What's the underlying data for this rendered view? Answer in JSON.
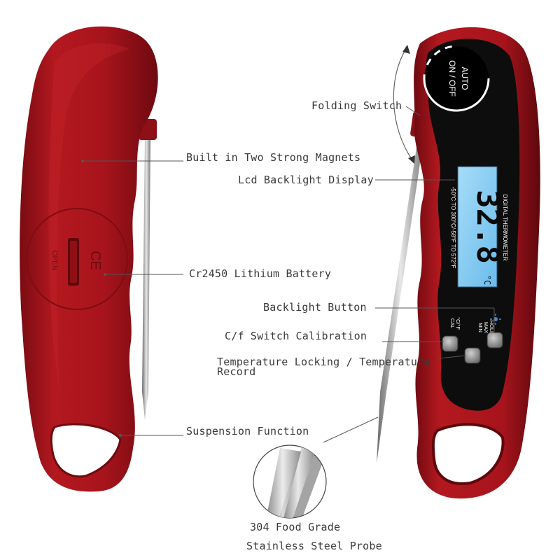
{
  "labels": {
    "magnets": "Built in Two Strong Magnets",
    "battery": "Cr2450 Lithium Battery",
    "suspension": "Suspension Function",
    "folding_switch": "Folding Switch",
    "lcd": "Lcd Backlight Display",
    "backlight_button": "Backlight Button",
    "cf_switch": "C/f Switch Calibration",
    "temp_lock": "Temperature Locking / Temperature Record",
    "probe_line1": "304 Food Grade",
    "probe_line2": "Stainless Steel Probe"
  },
  "device_text": {
    "battery_cover_open": "OPEN",
    "ce_mark": "CE",
    "power_button_line1": "AUTO",
    "power_button_line2": "ON / OFF",
    "product_name": "DIGITAL THERMOMETER",
    "range": "-50°C TO 300°C/-58°F TO 572°F",
    "reading": "32.8",
    "unit": "°C",
    "btn_hold": "HOLD",
    "btn_max": "MAX",
    "btn_min": "MIN",
    "btn_cf": "°C/°F",
    "btn_cal": "CAL"
  },
  "colors": {
    "body_red": "#a8141c",
    "body_dark": "#6e0a10",
    "lcd_blue": "#7ec8f2",
    "panel_black": "#0d0d0d",
    "label_text": "#3a3a3a"
  }
}
